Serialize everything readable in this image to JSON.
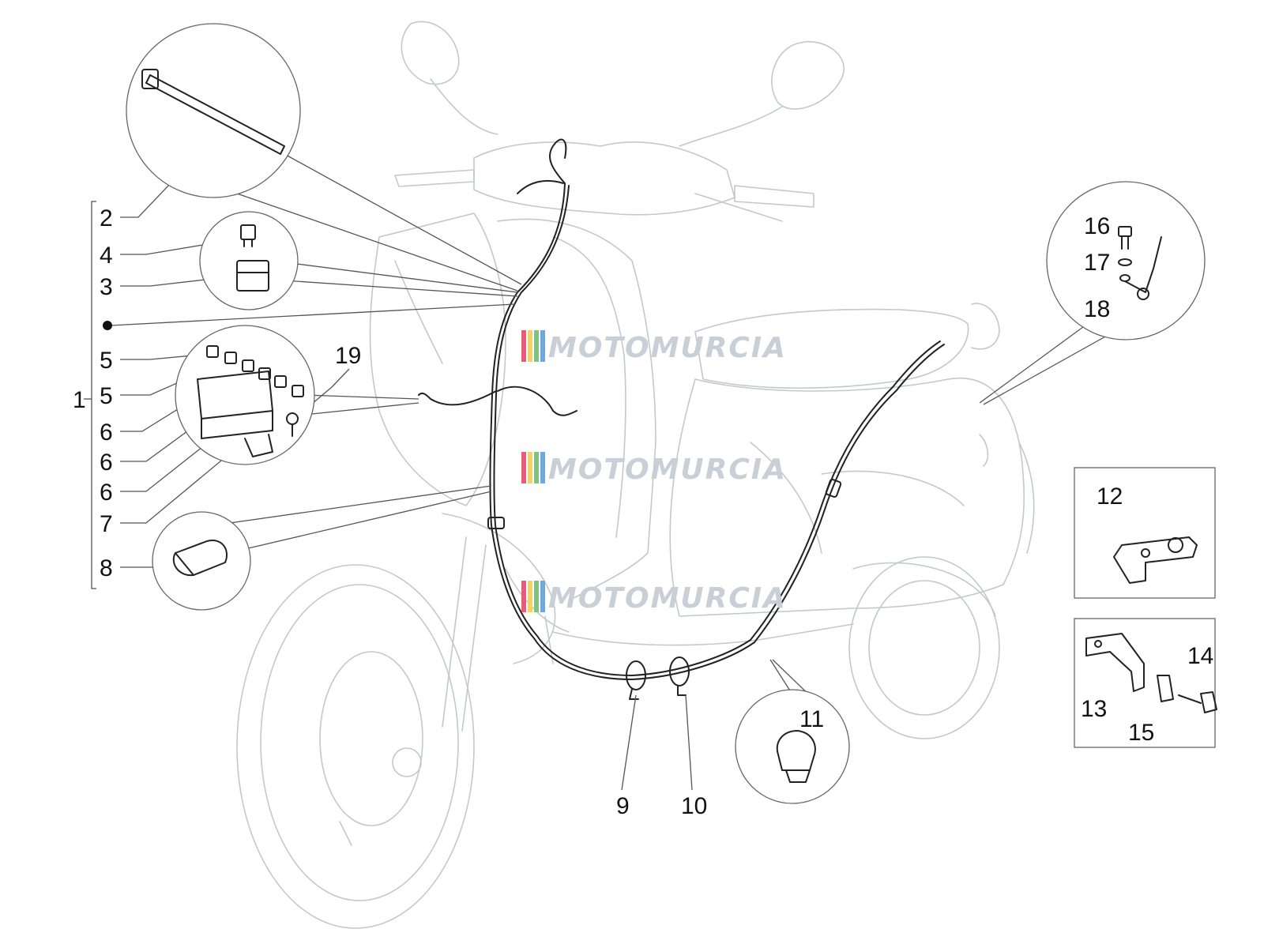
{
  "watermark": {
    "text": "MOTOMURCIA",
    "stripe_colors": [
      "#e85c7a",
      "#f2d36b",
      "#7cc47f",
      "#6fa8dc"
    ]
  },
  "callouts": {
    "n1": "1",
    "n2": "2",
    "n3": "3",
    "n4": "4",
    "n5a": "5",
    "n5b": "5",
    "n6a": "6",
    "n6b": "6",
    "n6c": "6",
    "n7": "7",
    "n8": "8",
    "n9": "9",
    "n10": "10",
    "n11": "11",
    "n12": "12",
    "n13": "13",
    "n14": "14",
    "n15": "15",
    "n16": "16",
    "n17": "17",
    "n18": "18",
    "n19": "19"
  },
  "colors": {
    "ghost_outline": "#c4c8cc",
    "part_line": "#222222",
    "label_text": "#111111"
  }
}
